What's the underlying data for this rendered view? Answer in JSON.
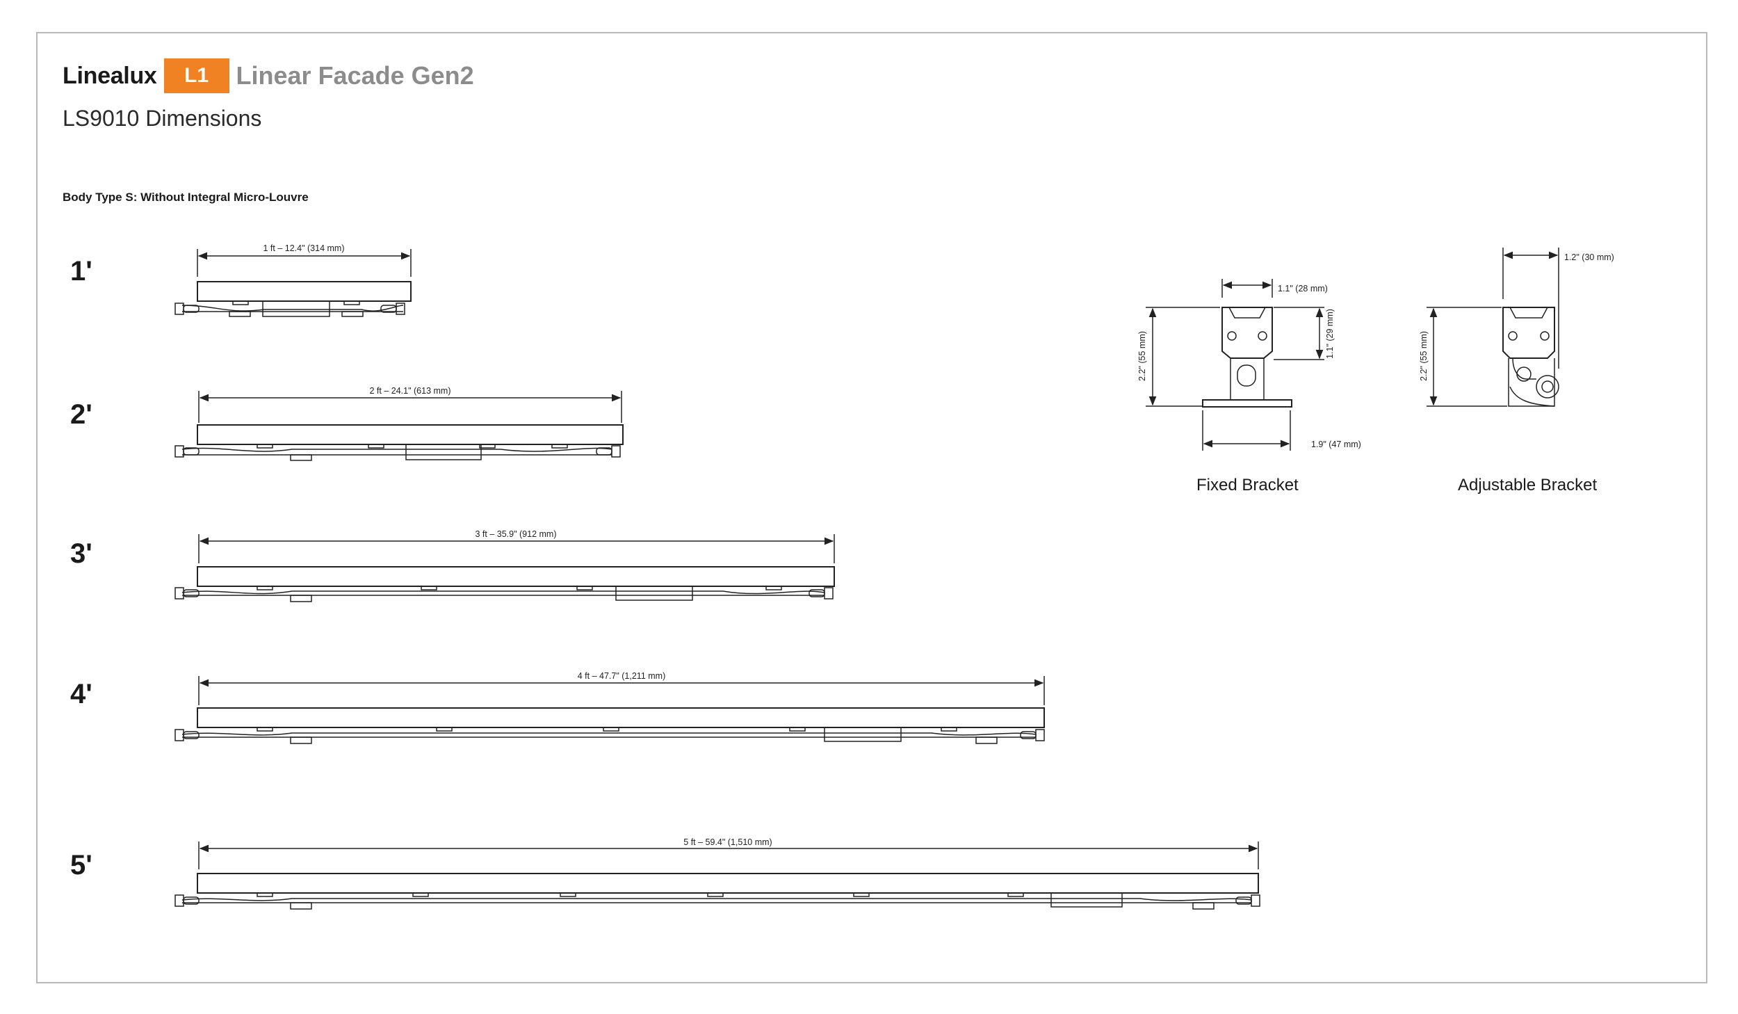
{
  "brand": {
    "name": "Linealux",
    "badge": "L1",
    "product": "Linear Facade Gen2",
    "accent_color": "#f08223"
  },
  "subtitle": "LS9010 Dimensions",
  "body_type": "Body Type S:  Without Integral Micro-Louvre",
  "fixtures": [
    {
      "size": "1'",
      "dimension": "1 ft – 12.4\" (314 mm)"
    },
    {
      "size": "2'",
      "dimension": "2 ft – 24.1\" (613 mm)"
    },
    {
      "size": "3'",
      "dimension": "3 ft – 35.9\" (912 mm)"
    },
    {
      "size": "4'",
      "dimension": "4 ft – 47.7\" (1,211 mm)"
    },
    {
      "size": "5'",
      "dimension": "5 ft – 59.4\" (1,510 mm)"
    }
  ],
  "brackets": {
    "fixed": {
      "caption": "Fixed Bracket",
      "width_top": "1.1\" (28 mm)",
      "height_total": "2.2\" (55 mm)",
      "height_upper": "1.1\" (29 mm)",
      "base_width": "1.9\" (47 mm)"
    },
    "adjustable": {
      "caption": "Adjustable Bracket",
      "width_top": "1.2\" (30 mm)",
      "height_total": "2.2\" (55 mm)"
    }
  }
}
